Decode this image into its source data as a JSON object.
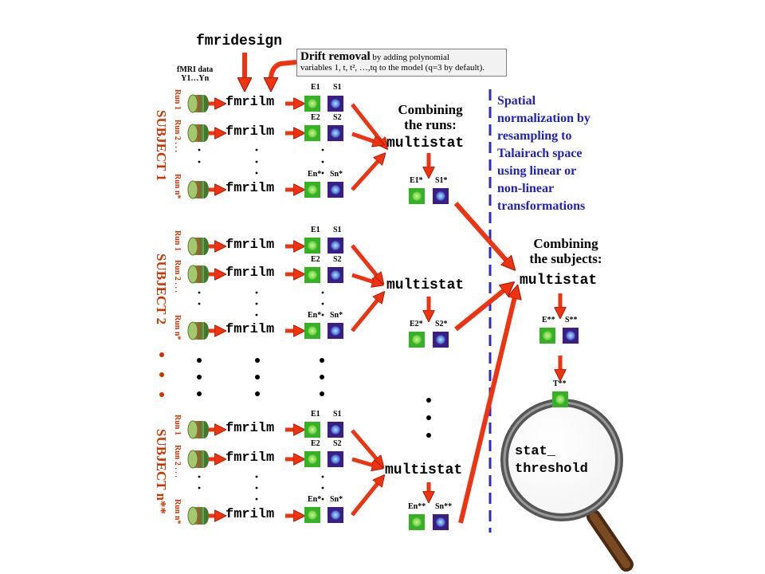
{
  "functions": {
    "fmridesign": "fmridesign",
    "fmrilm": "fmrilm",
    "multistat": "multistat",
    "stat_threshold_line1": "stat_",
    "stat_threshold_line2": "threshold"
  },
  "drift_note": {
    "title": "Drift removal",
    "text1": " by adding polynomial",
    "text2": "variables 1, t, t², …,tq to the model (q=3 by default)."
  },
  "fmri_data": {
    "line1": "fMRI data",
    "line2": "Y1…Yn"
  },
  "run_labels": {
    "run1": "Run 1",
    "run2": "Run 2 . . .",
    "runn": "Run n*"
  },
  "subjects": {
    "s1": "SUBJECT 1",
    "s2": "SUBJECT 2",
    "sn": "SUBJECT n**"
  },
  "effect_labels": {
    "E1": "E1",
    "S1": "S1",
    "E2": "E2",
    "S2": "S2",
    "En": "En*",
    "Sn": "Sn*",
    "E1s": "E1*",
    "S1s": "S1*",
    "E2s": "E2*",
    "S2s": "S2*",
    "Ens": "En**",
    "Sns": "Sn**",
    "Ess": "E**",
    "Sss": "S**",
    "Tss": "T**"
  },
  "combining_runs": {
    "line1": "Combining",
    "line2": "the runs:"
  },
  "combining_subjects": {
    "line1": "Combining",
    "line2": "the subjects:"
  },
  "spatial_note": [
    "Spatial",
    "normalization by",
    "resampling to",
    "Talairach space",
    "using linear or",
    "non-linear",
    "transformations"
  ],
  "colors": {
    "arrow": "#ee3311",
    "arrow_stroke": "#aa1100",
    "dashed_line": "#2c2cc8",
    "subject_text": "#cc3300",
    "spatial_text": "#2020c0",
    "effect_green": "#33b324",
    "sd_purple": "#3a1d86"
  }
}
